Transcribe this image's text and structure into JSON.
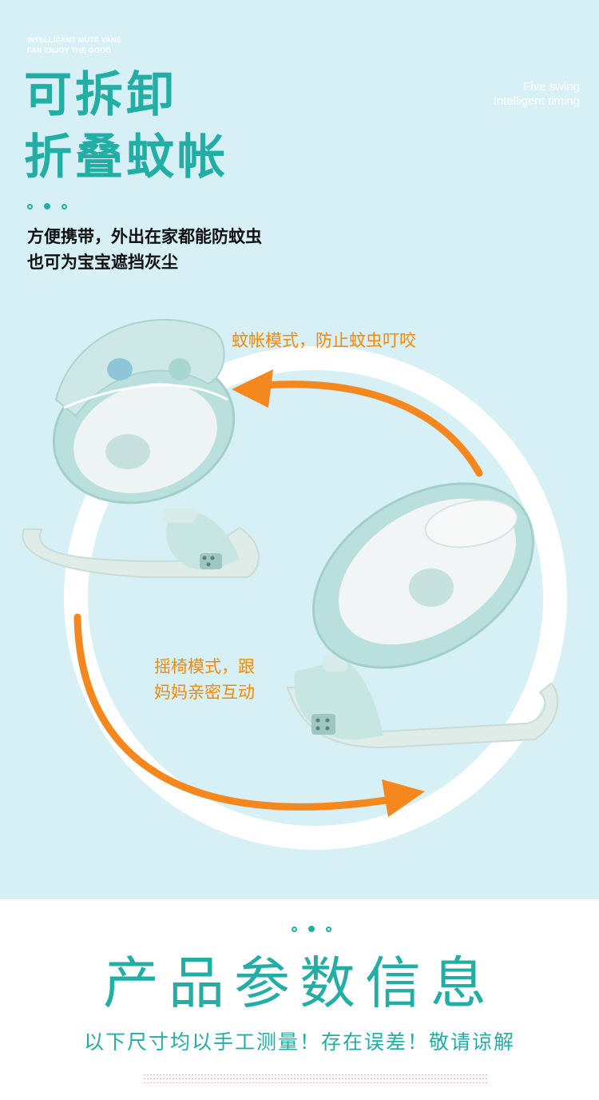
{
  "top": {
    "tagline_en": [
      "INTELLIGENT MUTE VANE",
      "FAN ENJOY THE GOOD"
    ],
    "side_en": [
      "Five swing",
      "Intelligent timing"
    ],
    "title_lines": [
      "可拆卸",
      "折叠蚊帐"
    ],
    "desc_lines": [
      "方便携带，外出在家都能防蚊虫",
      "也可为宝宝遮挡灰尘"
    ],
    "callout_net": "蚊帐模式，防止蚊虫叮咬",
    "callout_rocker": [
      "摇椅模式，跟",
      "妈妈亲密互动"
    ]
  },
  "bottom": {
    "title": "产品参数信息",
    "subtitle": "以下尺寸均以手工测量！存在误差！敬请谅解"
  },
  "colors": {
    "background": "#d6f0f6",
    "accent_teal": "#23aea5",
    "arrow_orange": "#f5871f",
    "callout_orange": "#f08a0a"
  }
}
